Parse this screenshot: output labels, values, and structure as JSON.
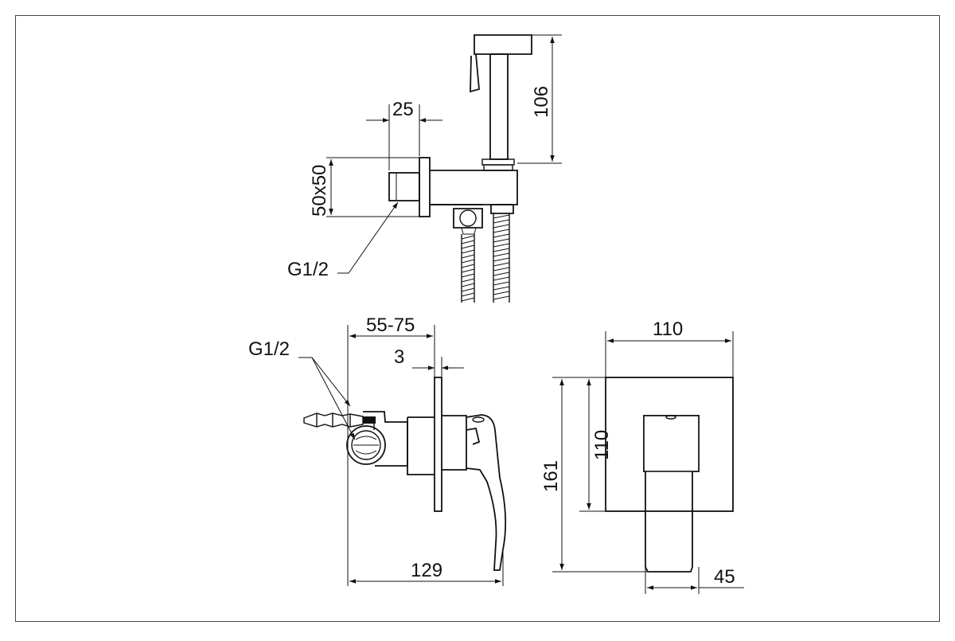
{
  "colors": {
    "line": "#111111",
    "frame": "#444444",
    "background": "#ffffff"
  },
  "labels": {
    "top_width": "25",
    "top_height": "106",
    "top_square": "50x50",
    "top_thread": "G1/2",
    "side_depth": "55-75",
    "side_plate": "3",
    "side_thread": "G1/2",
    "side_length": "129",
    "front_width": "110",
    "front_plate_height": "110",
    "front_total_height": "161",
    "front_lever_width": "45"
  }
}
